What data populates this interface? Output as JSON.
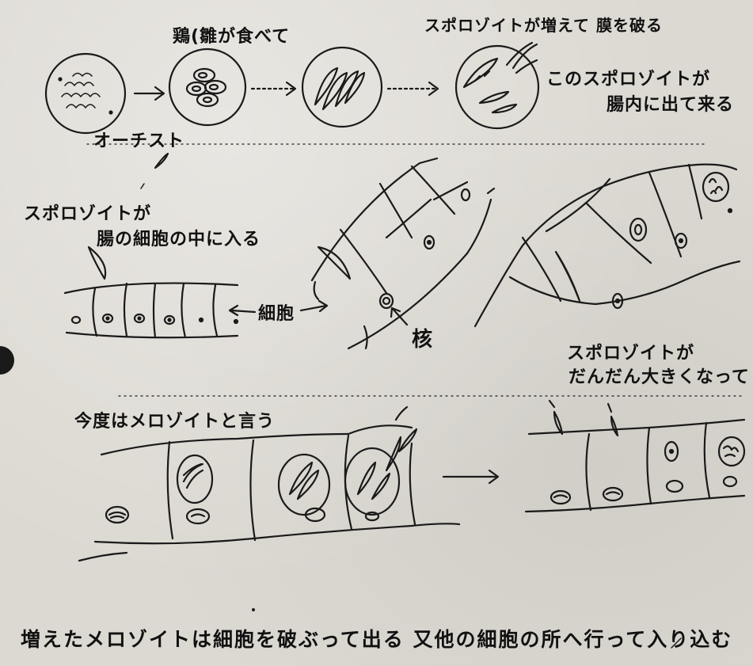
{
  "labels": {
    "chicken_eats": "鶏(雛が食べて",
    "sporozoite_multiply": "スポロゾイトが増えて 膜を破る",
    "this_sporozoite": "このスポロゾイトが",
    "comes_into_intestine": "腸内に出て来る",
    "oocyst": "オーチスト",
    "sporozoite_enters_1": "スポロゾイトが",
    "sporozoite_enters_2": "腸の細胞の中に入る",
    "cell": "細胞",
    "nucleus": "核",
    "sporozoite_grows_1": "スポロゾイトが",
    "sporozoite_grows_2": "だんだん大きくなって",
    "merozoite_now": "今度はメロゾイトと言う",
    "bottom_caption": "増えたメロゾイトは細胞を破ぶって出る 又他の細胞の所へ行って入り込む"
  },
  "colors": {
    "paper": "#dcd9d2",
    "ink": "#1a1a1a"
  }
}
